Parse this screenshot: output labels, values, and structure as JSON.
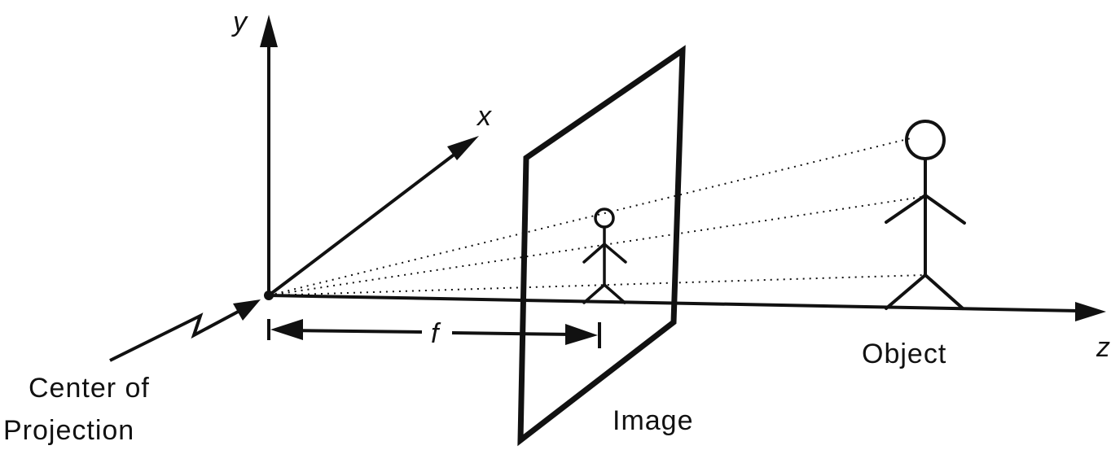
{
  "axes": {
    "x_label": "x",
    "y_label": "y",
    "z_label": "z"
  },
  "labels": {
    "focal_length": "f",
    "center_line1": "Center of",
    "center_line2": "Projection",
    "image": "Image",
    "object": "Object"
  },
  "colors": {
    "ink": "#111111",
    "background": "#ffffff"
  }
}
